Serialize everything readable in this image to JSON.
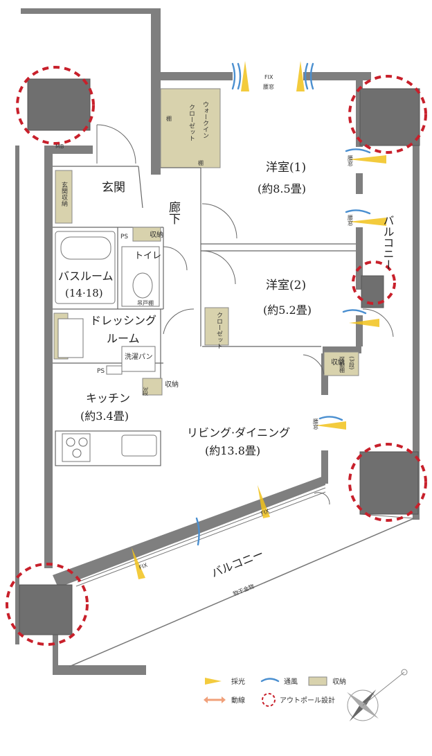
{
  "rooms": {
    "bedroom1_name": "洋室(1)",
    "bedroom1_size": "(約8.5畳)",
    "bedroom2_name": "洋室(2)",
    "bedroom2_size": "(約5.2畳)",
    "corridor": "廊下",
    "entrance": "玄関",
    "bathroom_name": "バスルーム",
    "bathroom_size": "(14·18)",
    "toilet": "トイレ",
    "dressing1": "ドレッシング",
    "dressing2": "ルーム",
    "kitchen_name": "キッチン",
    "kitchen_size": "(約3.4畳)",
    "living_name": "リビング·ダイニング",
    "living_size": "(約13.8畳)",
    "balcony_east": "バルコニー",
    "balcony_south": "バルコニー"
  },
  "labels": {
    "walkin1": "ウォークイン",
    "walkin2": "クローゼット",
    "closet": "クローゼット",
    "entrance_storage": "玄関収納",
    "storage": "収納",
    "shelf": "棚",
    "waist_window": "腰窓",
    "fix": "FIX",
    "ps": "PS",
    "mb": "MB",
    "movable_shelf": "可動棚",
    "three_tier": "(3段)",
    "laundry_pan": "洗濯パン",
    "three_tier_short": "3段",
    "hanger_fitting": "物干金物",
    "hanging_shelf": "吊戸棚"
  },
  "legend": {
    "light": "採光",
    "ventilation": "通風",
    "storage": "収納",
    "circulation": "動線",
    "outpole": "アウトポール設計"
  },
  "colors": {
    "wall": "#7f7f7f",
    "storage": "#d8d2ad",
    "light": "#f1c21b",
    "wind": "#4a8fd0",
    "outpole_ring": "#c8202b",
    "circulation": "#f0a07a"
  }
}
